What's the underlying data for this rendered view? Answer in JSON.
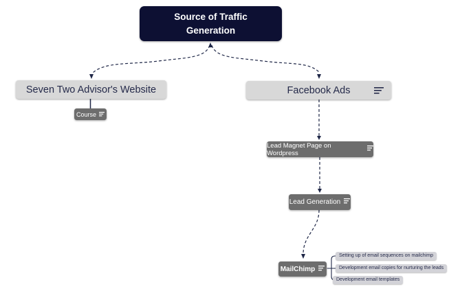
{
  "app": {
    "type": "mindmap",
    "background": "#ffffff"
  },
  "palette": {
    "root_bg": "#0d1033",
    "root_text": "#ffffff",
    "light_node_bg": "#d8d8d8",
    "dark_node_bg": "#6d6d6d",
    "dark_node_text": "#ffffff",
    "leaf_node_bg": "#d3d3d8",
    "navy_text": "#252a4a",
    "connector": "#1f2747"
  },
  "nodes": {
    "root": {
      "label": "Source of Traffic Generation"
    },
    "website": {
      "label": "Seven Two Advisor's Website"
    },
    "course": {
      "label": "Course",
      "has_notes_icon": true
    },
    "facebook": {
      "label": "Facebook Ads",
      "has_notes_icon": true
    },
    "lead_magnet": {
      "label": "Lead Magnet Page on Wordpress",
      "has_notes_icon": true
    },
    "lead_generation": {
      "label": "Lead Generation",
      "has_notes_icon": true
    },
    "mailchimp": {
      "label": "MailChimp",
      "has_notes_icon": true
    },
    "mailchimp_children": [
      {
        "label": "Setting up of email sequences on mailchimp"
      },
      {
        "label": "Development email copies for nurturing the leads"
      },
      {
        "label": "Development email templates"
      }
    ]
  },
  "connectors": {
    "style_dashed": "dashed navy curves with arrowheads",
    "style_solid": "solid navy lines",
    "edges": [
      "root -> website (dashed, arrow)",
      "root -> facebook (dashed, arrow)",
      "website -> course (solid)",
      "facebook -> lead_magnet (dashed, arrow)",
      "lead_magnet -> lead_generation (dashed, arrow)",
      "lead_generation -> mailchimp (dashed, arrow)",
      "mailchimp -> mailchimp_children (solid bracket)"
    ]
  }
}
